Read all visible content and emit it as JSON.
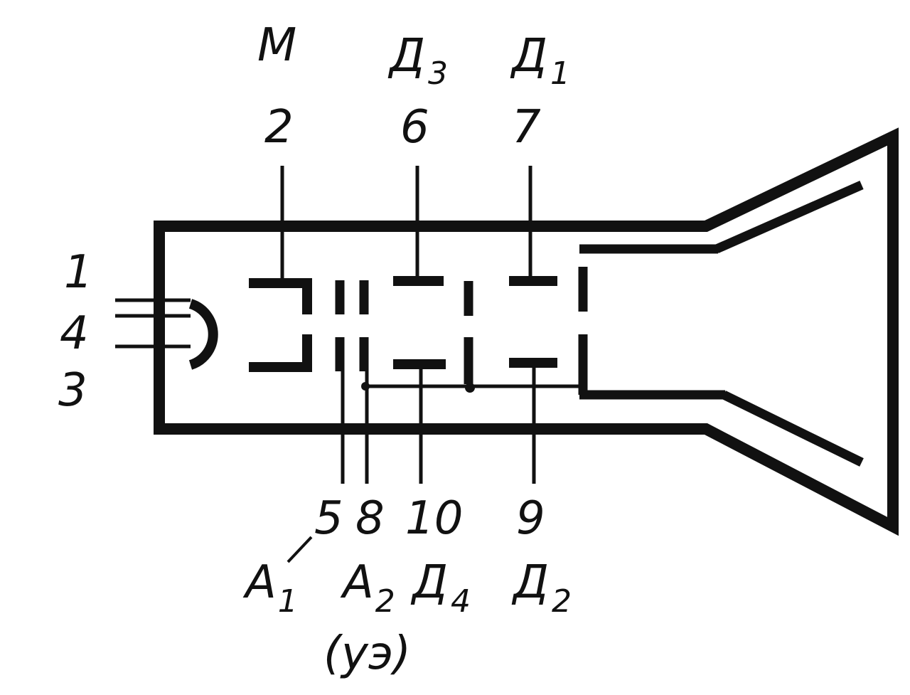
{
  "diagram": {
    "top_labels": {
      "modulator": "М",
      "d3_letter": "Д",
      "d3_sub": "3",
      "d1_letter": "Д",
      "d1_sub": "1"
    },
    "pins": {
      "p1": "1",
      "p2": "2",
      "p3": "3",
      "p4": "4",
      "p5": "5",
      "p6": "6",
      "p7": "7",
      "p8": "8",
      "p9": "9",
      "p10": "10"
    },
    "bottom_labels": {
      "a1_letter": "А",
      "a1_sub": "1",
      "a2_letter": "А",
      "a2_sub": "2",
      "d4_letter": "Д",
      "d4_sub": "4",
      "d2_letter": "Д",
      "d2_sub": "2",
      "a2_note": "(уэ)"
    },
    "colors": {
      "ink": "#111111",
      "background": "#ffffff"
    }
  }
}
